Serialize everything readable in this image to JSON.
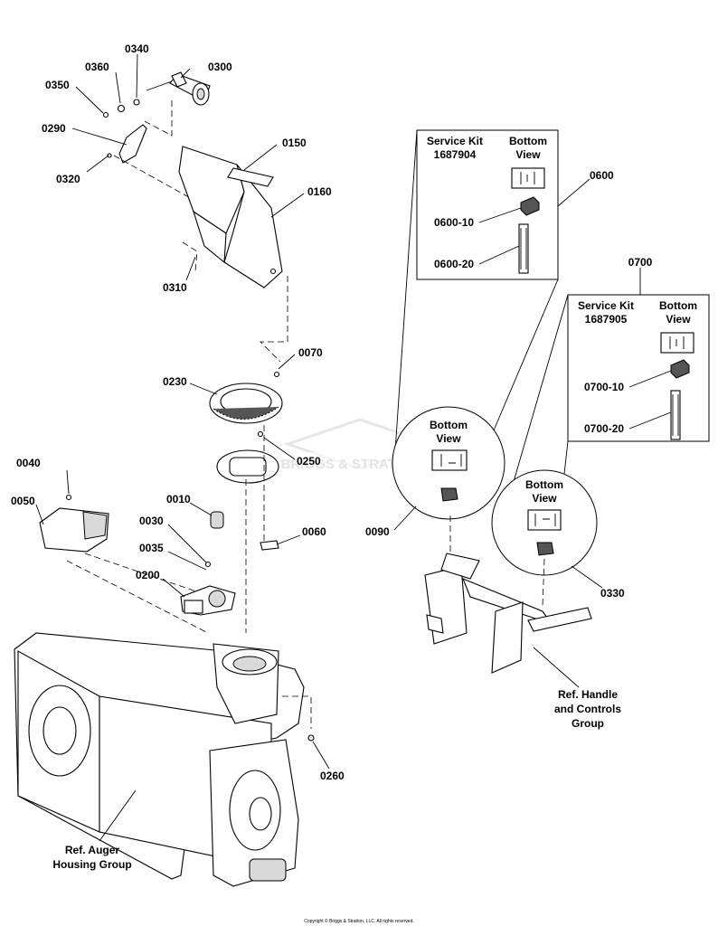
{
  "watermark": "BRIGGS & STRATTON",
  "copyright": "Copyright © Briggs & Stratton, LLC. All rights reserved.",
  "callouts": {
    "c0340": "0340",
    "c0360": "0360",
    "c0300": "0300",
    "c0350": "0350",
    "c0290": "0290",
    "c0320": "0320",
    "c0150": "0150",
    "c0160": "0160",
    "c0310": "0310",
    "c0070": "0070",
    "c0230": "0230",
    "c0250": "0250",
    "c0040": "0040",
    "c0050": "0050",
    "c0010": "0010",
    "c0030": "0030",
    "c0035": "0035",
    "c0200": "0200",
    "c0060": "0060",
    "c0260": "0260",
    "c0600": "0600",
    "c0700": "0700",
    "c0090": "0090",
    "c0330": "0330"
  },
  "kit1": {
    "header": "Service Kit",
    "number": "1687904",
    "view_line1": "Bottom",
    "view_line2": "View",
    "part1": "0600-10",
    "part2": "0600-20"
  },
  "kit2": {
    "header": "Service Kit",
    "number": "1687905",
    "view_line1": "Bottom",
    "view_line2": "View",
    "part1": "0700-10",
    "part2": "0700-20"
  },
  "circle_left": {
    "line1": "Bottom",
    "line2": "View"
  },
  "circle_right": {
    "line1": "Bottom",
    "line2": "View"
  },
  "refs": {
    "auger_line1": "Ref. Auger",
    "auger_line2": "Housing Group",
    "handle_line1": "Ref. Handle",
    "handle_line2": "and Controls",
    "handle_line3": "Group"
  }
}
